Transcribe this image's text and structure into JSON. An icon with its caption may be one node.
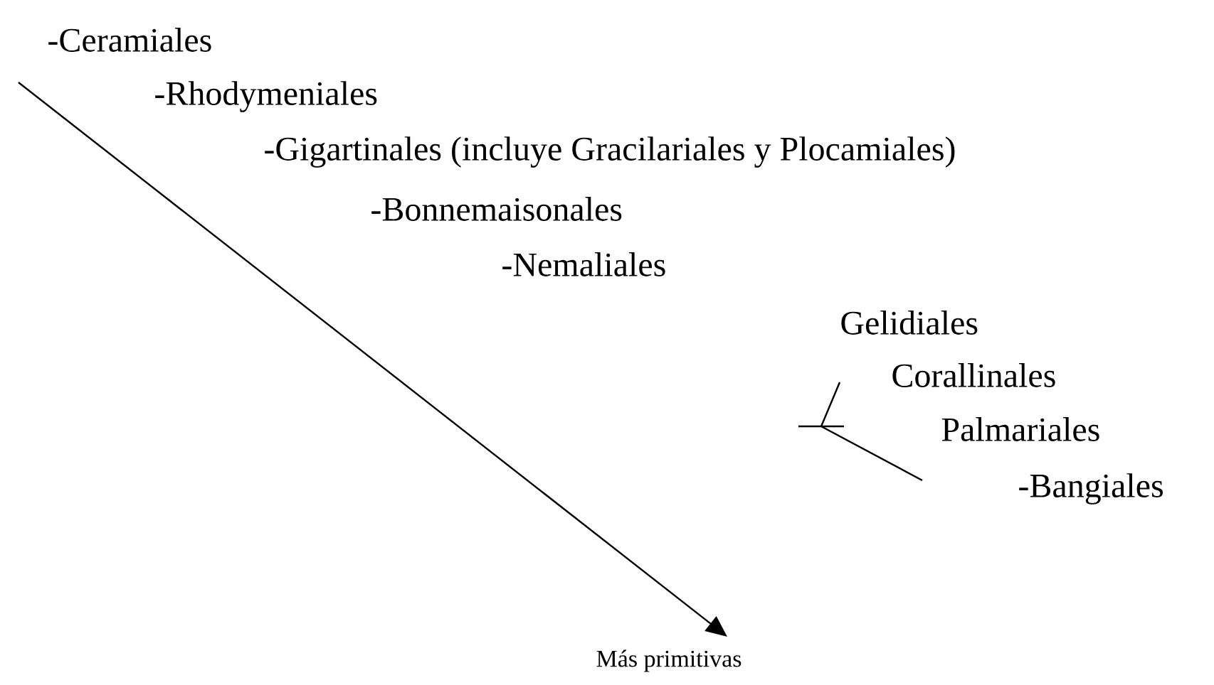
{
  "diagram": {
    "labels": [
      "-Ceramiales",
      "-Rhodymeniales",
      "-Gigartinales (incluye Gracilariales y Plocamiales)",
      "-Bonnemaisonales",
      "-Nemaliales",
      "Gelidiales",
      "Corallinales",
      "Palmariales",
      "-Bangiales",
      "Más primitivas"
    ]
  }
}
